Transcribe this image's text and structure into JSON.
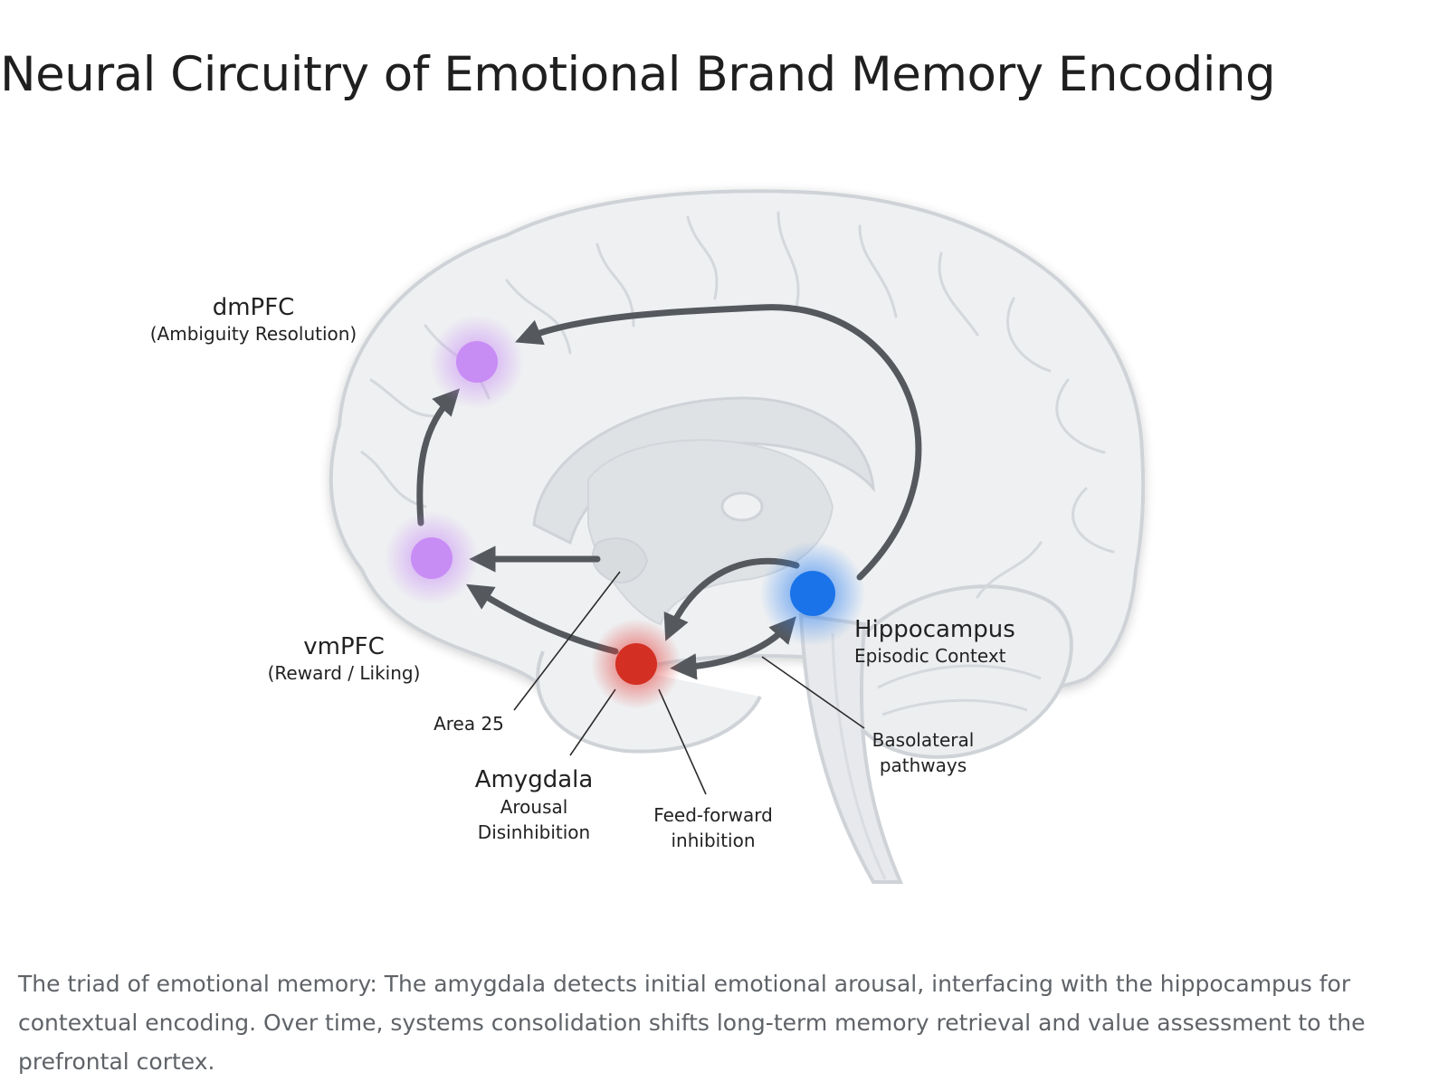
{
  "title": "Neural Circuitry of Emotional Brand Memory Encoding",
  "caption": "The triad of emotional memory: The amygdala detects initial emotional arousal, interfacing with the hippocampus for contextual encoding. Over time, systems consolidation shifts long-term memory retrieval and value assessment to the prefrontal cortex.",
  "regions": {
    "dmpfc": {
      "name": "dmPFC",
      "role": "(Ambiguity Resolution)",
      "color": "#c88cf5"
    },
    "vmpfc": {
      "name": "vmPFC",
      "role": "(Reward / Liking)",
      "color": "#c88cf5"
    },
    "amygdala": {
      "name": "Amygdala",
      "role_line1": "Arousal",
      "role_line2": "Disinhibition",
      "color": "#d32f22"
    },
    "hippocampus": {
      "name": "Hippocampus",
      "role": "Episodic Context",
      "color": "#1a73e8"
    }
  },
  "annotations": {
    "area25": "Area 25",
    "feedforward_line1": "Feed-forward",
    "feedforward_line2": "inhibition",
    "basolateral_line1": "Basolateral",
    "basolateral_line2": "pathways"
  },
  "colors": {
    "brain_fill": "#eef0f2",
    "brain_outline": "#cfd3d8",
    "arrow": "#55595e",
    "inner_structure": "#dfe2e5"
  }
}
